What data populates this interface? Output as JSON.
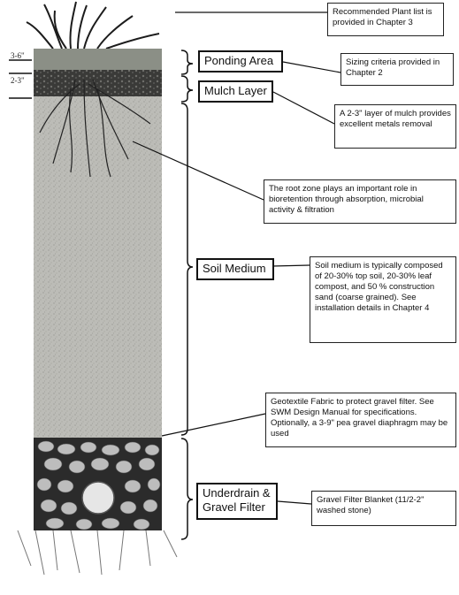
{
  "depth_marks": {
    "ponding_depth": "3-6\"",
    "mulch_depth": "2-3\""
  },
  "layer_labels": {
    "ponding": "Ponding Area",
    "mulch": "Mulch Layer",
    "soil": "Soil Medium",
    "underdrain_line1": "Underdrain &",
    "underdrain_line2": "Gravel Filter"
  },
  "notes": {
    "plant_list": "Recommended Plant list is provided in Chapter 3",
    "sizing": "Sizing criteria provided in Chapter 2",
    "mulch": "A 2-3\" layer of mulch provides excellent metals removal",
    "root_zone": "The root zone plays an important role in bioretention through absorption, microbial activity & filtration",
    "soil": "Soil medium is typically composed of 20-30% top soil, 20-30% leaf compost, and 50 % construction sand (coarse grained).  See installation details in Chapter 4",
    "geotextile": "Geotextile Fabric to protect gravel filter. See SWM Design Manual for specifications.  Optionally, a 3-9\" pea gravel diaphragm may be used",
    "gravel_blanket": "Gravel Filter Blanket (11/2-2\" washed stone)"
  },
  "colors": {
    "ink": "#111111",
    "soil": "#b9b9b4",
    "mulch": "#3a3a38",
    "ponding": "#8b8f86",
    "gravel_bg": "#2b2b2b",
    "stone": "#bdbdbd"
  }
}
